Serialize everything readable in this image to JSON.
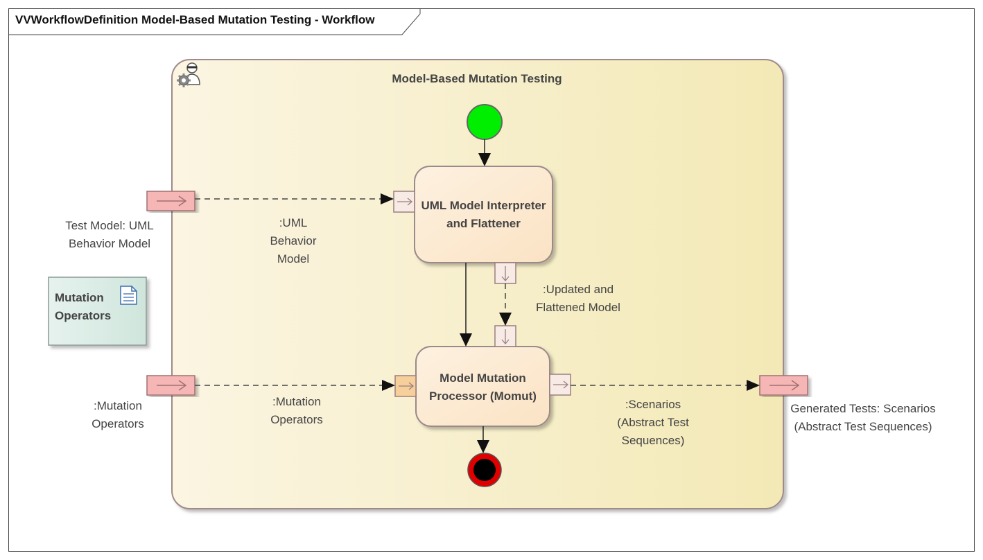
{
  "diagram": {
    "title": "VVWorkflowDefinition Model-Based Mutation Testing - Workflow"
  },
  "activity": {
    "name": "Model-Based Mutation Testing",
    "fill_start": "#fbf5e2",
    "fill_end": "#f3e9b6",
    "border_color": "#a08a8a"
  },
  "actions": [
    {
      "label": "UML Model Interpreter and Flattener"
    },
    {
      "label": "Model Mutation Processor (Momut)"
    }
  ],
  "pins": {
    "uml_behavior_model": ":UML Behavior Model",
    "updated_flattened_model": ":Updated and Flattened Model",
    "mutation_operators": ":Mutation Operators",
    "scenarios": ":Scenarios (Abstract Test Sequences)"
  },
  "parameters": {
    "test_model": "Test Model: UML Behavior Model",
    "mutation_operators": ":Mutation Operators",
    "generated_tests": "Generated Tests: Scenarios (Abstract Test Sequences)"
  },
  "artifact": {
    "label": "Mutation Operators",
    "icon": "document-icon",
    "fill": "#e0efe8"
  },
  "nodes": {
    "initial_color": "#00ee00",
    "final_color": "#e00000"
  },
  "icons": {
    "activity_stereotype": "worker-gear-icon",
    "pin_arrow": "arrow-right-icon"
  },
  "colors": {
    "parameter_fill": "#f7b6b6",
    "pin_fill": "#f8ebe6",
    "orange_pin_fill": "#f6cf9a",
    "action_fill": "#fdebd3"
  }
}
